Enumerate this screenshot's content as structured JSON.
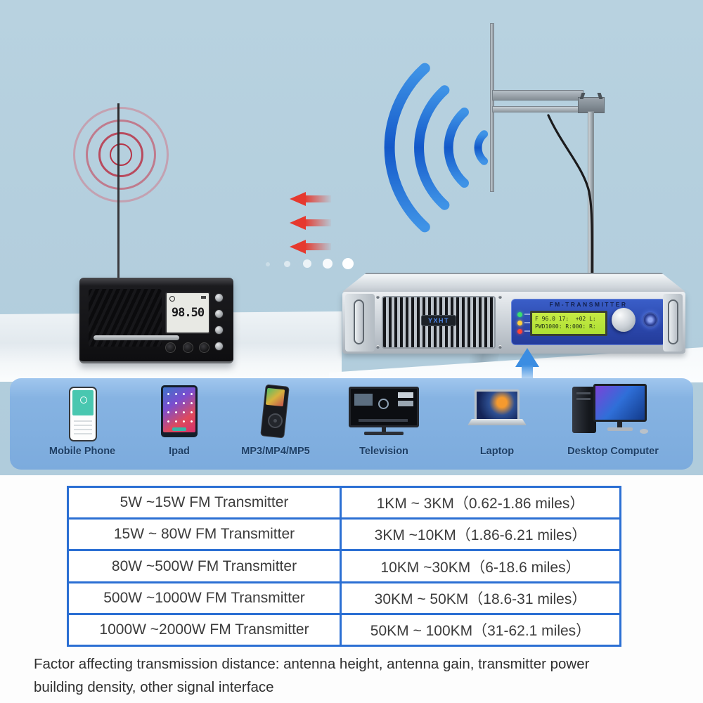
{
  "illustration": {
    "radio": {
      "frequency": "98.50"
    },
    "transmitter": {
      "badge": "YXHT",
      "panel_title": "FM-TRANSMITTER",
      "lcd_line1": "F 96.0 17:  +02 L:",
      "lcd_line2": "PWD1000: R:000: R:"
    },
    "colors": {
      "sky": "#b4cfde",
      "radio_waves": "#c23c50",
      "antenna_waves": "#1d6fd6",
      "arrows": "#e6392e",
      "device_bar": "#7cabdd",
      "table_border": "#2b6fd3"
    }
  },
  "devices": {
    "items": [
      {
        "label": "Mobile Phone"
      },
      {
        "label": "Ipad"
      },
      {
        "label": "MP3/MP4/MP5"
      },
      {
        "label": "Television"
      },
      {
        "label": "Laptop"
      },
      {
        "label": "Desktop Computer"
      }
    ]
  },
  "table": {
    "rows": [
      {
        "power": "5W ~15W FM Transmitter",
        "distance": "1KM ~ 3KM（0.62-1.86 miles）"
      },
      {
        "power": "15W ~ 80W FM Transmitter",
        "distance": "3KM ~10KM（1.86-6.21 miles）"
      },
      {
        "power": "80W ~500W FM Transmitter",
        "distance": "10KM ~30KM（6-18.6 miles）"
      },
      {
        "power": "500W ~1000W FM Transmitter",
        "distance": "30KM ~ 50KM（18.6-31 miles）"
      },
      {
        "power": "1000W ~2000W FM Transmitter",
        "distance": "50KM ~ 100KM（31-62.1 miles）"
      }
    ]
  },
  "footer": {
    "line1": "Factor affecting transmission distance: antenna height, antenna gain, transmitter power",
    "line2": "building density, other signal interface"
  }
}
